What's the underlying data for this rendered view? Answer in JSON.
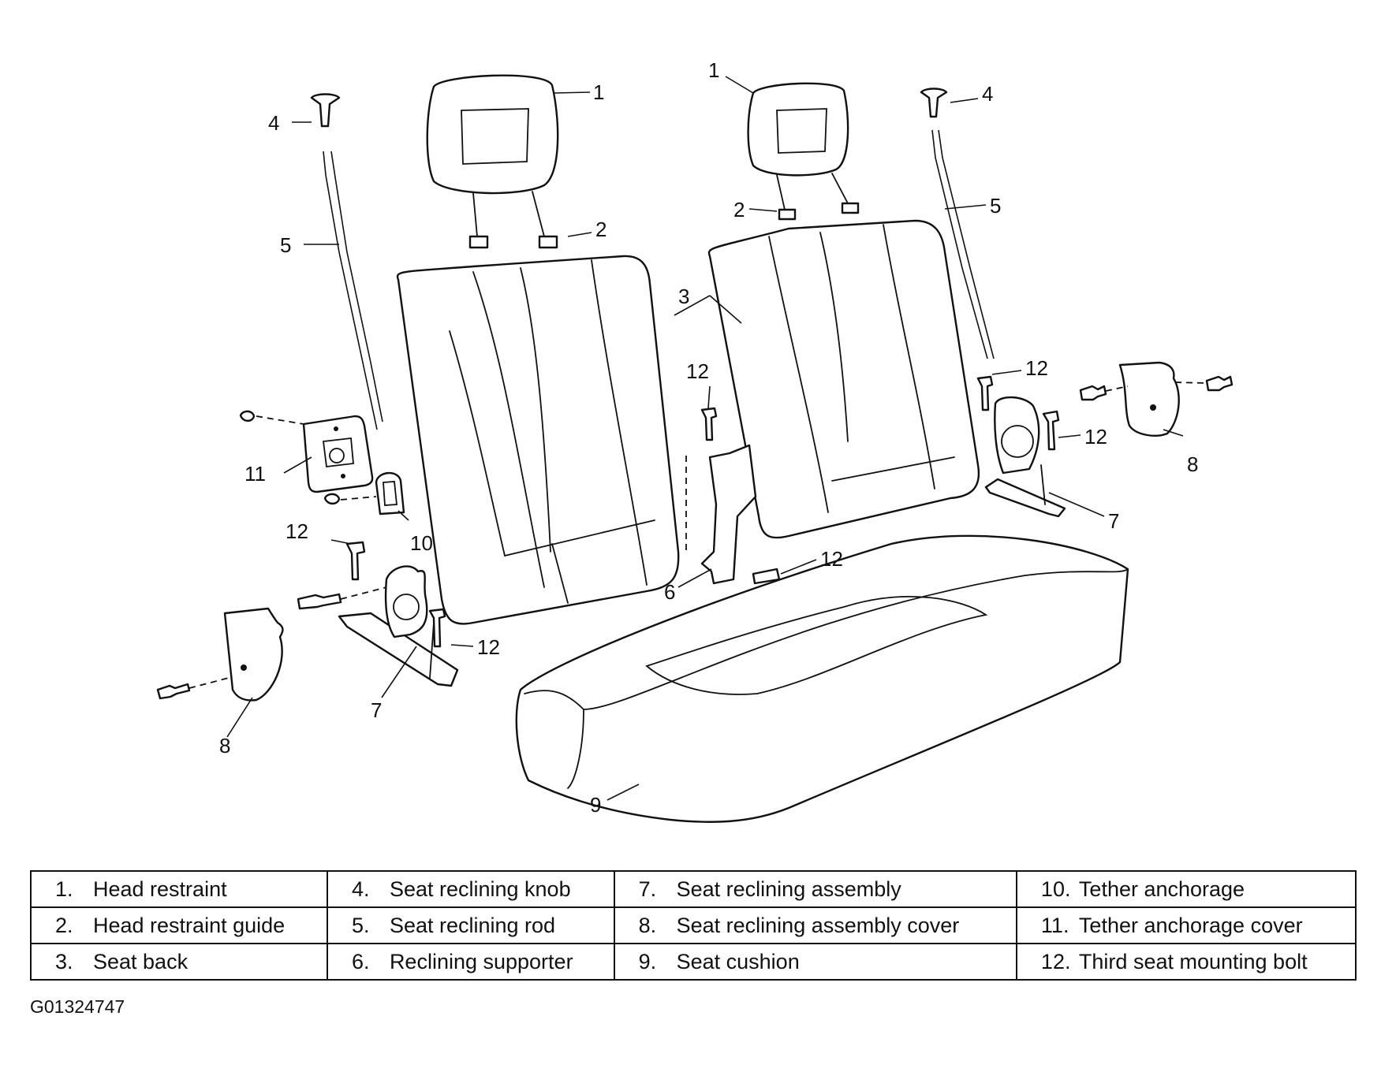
{
  "callouts": {
    "c1a": "1",
    "c1b": "1",
    "c2a": "2",
    "c2b": "2",
    "c3": "3",
    "c4a": "4",
    "c4b": "4",
    "c5a": "5",
    "c5b": "5",
    "c6": "6",
    "c7a": "7",
    "c7b": "7",
    "c8a": "8",
    "c8b": "8",
    "c9": "9",
    "c10": "10",
    "c11": "11",
    "c12a": "12",
    "c12b": "12",
    "c12c": "12",
    "c12d": "12",
    "c12e": "12",
    "c12f": "12"
  },
  "legend": [
    [
      {
        "num": "1.",
        "label": "Head restraint"
      },
      {
        "num": "4.",
        "label": "Seat reclining knob"
      },
      {
        "num": "7.",
        "label": "Seat reclining assembly"
      },
      {
        "num": "10.",
        "label": "Tether anchorage"
      }
    ],
    [
      {
        "num": "2.",
        "label": "Head restraint guide"
      },
      {
        "num": "5.",
        "label": "Seat reclining rod"
      },
      {
        "num": "8.",
        "label": "Seat reclining assembly cover"
      },
      {
        "num": "11.",
        "label": "Tether anchorage cover"
      }
    ],
    [
      {
        "num": "3.",
        "label": "Seat back"
      },
      {
        "num": "6.",
        "label": "Reclining supporter"
      },
      {
        "num": "9.",
        "label": "Seat cushion"
      },
      {
        "num": "12.",
        "label": "Third seat mounting bolt"
      }
    ]
  ],
  "figure_id": "G01324747"
}
